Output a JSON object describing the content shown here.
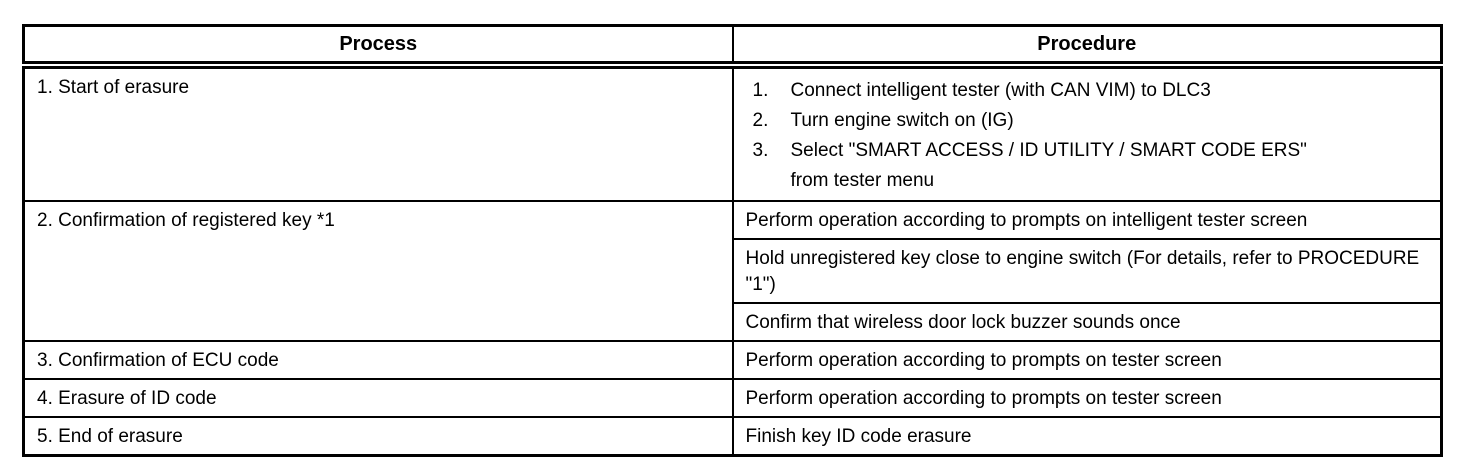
{
  "page": {
    "background": "#ffffff"
  },
  "table": {
    "colors": {
      "border": "#000000",
      "text": "#000000",
      "background": "#ffffff"
    },
    "headers": {
      "process": "Process",
      "procedure": "Procedure"
    },
    "rows": [
      {
        "process": "1. Start of erasure",
        "steps": [
          {
            "num": "1.",
            "text": "Connect intelligent tester (with CAN VIM) to DLC3"
          },
          {
            "num": "2.",
            "text": "Turn engine switch on (IG)"
          },
          {
            "num": "3.",
            "text": "Select \"SMART ACCESS / ID UTILITY / SMART CODE ERS\" from tester menu"
          }
        ]
      },
      {
        "process": "2. Confirmation of registered key *1",
        "procedures": [
          "Perform operation according to prompts on intelligent tester screen",
          "Hold unregistered key close to engine switch (For details, refer to PROCEDURE \"1\")",
          "Confirm that wireless door lock buzzer sounds once"
        ]
      },
      {
        "process": "3. Confirmation of ECU code",
        "procedure": "Perform operation according to prompts on tester screen"
      },
      {
        "process": "4. Erasure of ID code",
        "procedure": "Perform operation according to prompts on tester screen"
      },
      {
        "process": "5. End of erasure",
        "procedure": "Finish key ID code erasure"
      }
    ]
  }
}
